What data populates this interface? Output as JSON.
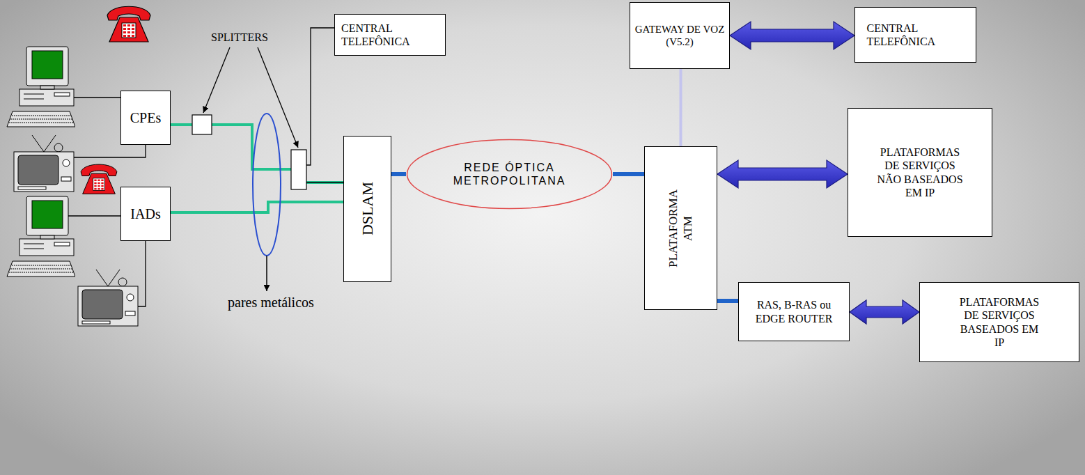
{
  "diagram": {
    "nodes": [
      {
        "text": [
          "CPEs"
        ]
      },
      {
        "text": [
          "IADs"
        ]
      },
      {
        "text": [
          "CENTRAL TELEFÔNICA"
        ]
      },
      {
        "text": [
          "DSLAM"
        ]
      },
      {
        "text": [
          "REDE ÓPTICA METROPOLITANA"
        ]
      },
      {
        "text": [
          "GATEWAY DE VOZ (V5.2)"
        ]
      },
      {
        "text": [
          "CENTRAL TELEFÔNICA"
        ]
      },
      {
        "text": [
          "PLATAFORMA ATM"
        ]
      },
      {
        "text": [
          "PLATAFORMAS DE SERVIÇOS NÃO BASEADOS EM IP"
        ]
      },
      {
        "text": [
          "RAS, B-RAS ou EDGE ROUTER"
        ]
      },
      {
        "text": [
          "PLATAFORMAS DE SERVIÇOS BASEADOS EM IP"
        ]
      }
    ],
    "edges": [
      {
        "from": 0,
        "to": 3,
        "arrow": "none"
      },
      {
        "from": 1,
        "to": 3,
        "arrow": "none"
      },
      {
        "from": 3,
        "to": 4,
        "arrow": "none"
      },
      {
        "from": 4,
        "to": 7,
        "arrow": "none"
      },
      {
        "from": 7,
        "to": 5,
        "arrow": "none"
      },
      {
        "from": 5,
        "to": 6,
        "arrow": "both"
      },
      {
        "from": 7,
        "to": 8,
        "arrow": "both"
      },
      {
        "from": 7,
        "to": 9,
        "arrow": "none"
      },
      {
        "from": 9,
        "to": 10,
        "arrow": "both"
      }
    ],
    "labels": [
      "SPLITTERS",
      "pares metálicos"
    ]
  }
}
